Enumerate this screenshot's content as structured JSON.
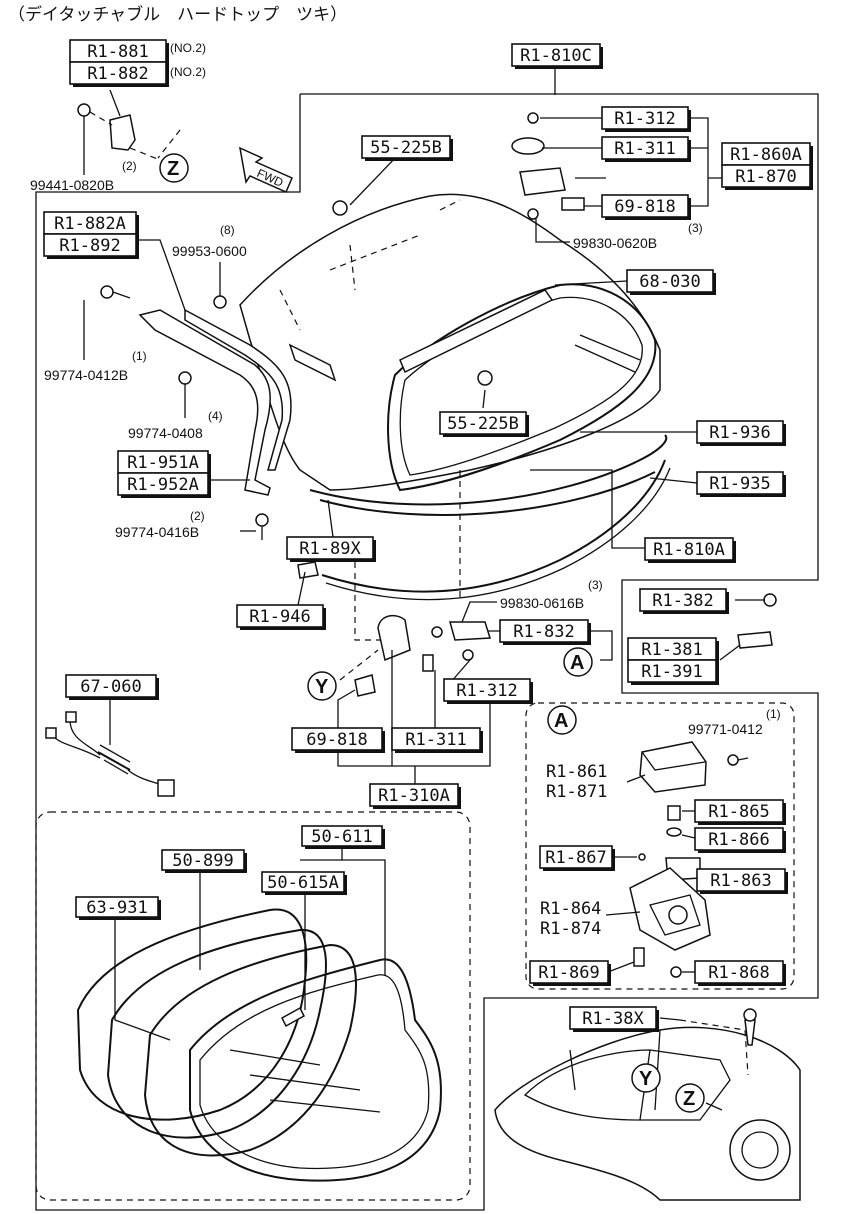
{
  "title": "（デイタッチャブル　ハードトップ　ツキ）",
  "labels": {
    "r1_881": "R1-881",
    "r1_882": "R1-882",
    "no2_a": "(NO.2)",
    "no2_b": "(NO.2)",
    "p99441": "99441-0820B",
    "q2_top": "(2)",
    "fwd": "FWD",
    "r1_810c": "R1-810C",
    "p55_225b_top": "55-225B",
    "r1_312_top": "R1-312",
    "r1_311_top": "R1-311",
    "r1_860a": "R1-860A",
    "r1_870": "R1-870",
    "p69_818_top": "69-818",
    "q3_a": "(3)",
    "p99830_0620b": "99830-0620B",
    "r1_882a": "R1-882A",
    "r1_892": "R1-892",
    "q8": "(8)",
    "p99953": "99953-0600",
    "p68_030": "68-030",
    "q1_left": "(1)",
    "p99774_0412b": "99774-0412B",
    "q4": "(4)",
    "p99774_0408": "99774-0408",
    "p55_225b_mid": "55-225B",
    "r1_936": "R1-936",
    "r1_951a": "R1-951A",
    "r1_952a": "R1-952A",
    "r1_935": "R1-935",
    "q2_left": "(2)",
    "p99774_0416b": "99774-0416B",
    "r1_89x": "R1-89X",
    "r1_810a": "R1-810A",
    "r1_946": "R1-946",
    "q3_b": "(3)",
    "p99830_0616b": "99830-0616B",
    "r1_832": "R1-832",
    "r1_382": "R1-382",
    "r1_381": "R1-381",
    "r1_391": "R1-391",
    "p67_060": "67-060",
    "r1_312_bot": "R1-312",
    "p69_818_bot": "69-818",
    "r1_311_bot": "R1-311",
    "r1_310a": "R1-310A",
    "q1_right": "(1)",
    "p99771": "99771-0412",
    "r1_861": "R1-861",
    "r1_871": "R1-871",
    "r1_865": "R1-865",
    "r1_866": "R1-866",
    "r1_867": "R1-867",
    "r1_863": "R1-863",
    "r1_864": "R1-864",
    "r1_874": "R1-874",
    "r1_869": "R1-869",
    "r1_868": "R1-868",
    "p50_611": "50-611",
    "p50_899": "50-899",
    "p50_615a": "50-615A",
    "p63_931": "63-931",
    "r1_38x": "R1-38X",
    "marker_a": "A",
    "marker_y": "Y",
    "marker_z": "Z"
  }
}
